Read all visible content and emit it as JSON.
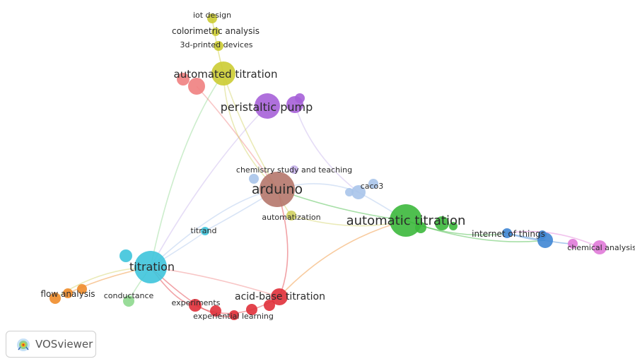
{
  "brand": {
    "name": "VOSviewer",
    "icon": "vosviewer-logo-icon"
  },
  "colors": {
    "yellow": "#cccc33",
    "salmon": "#f08080",
    "purple": "#a660d8",
    "brown": "#b5776b",
    "lightblue": "#a8c4ea",
    "green": "#3cb83c",
    "blue": "#3f86d4",
    "pink": "#e07ad8",
    "cyan": "#3ec4dc",
    "orange": "#f08c2a",
    "lightgreen": "#8ed88e",
    "red": "#e0303a",
    "olive": "#d0d060",
    "lavender": "#c6b2ea"
  },
  "network": {
    "labels": {
      "iot_design": "iot design",
      "colorimetric_analysis": "colorimetric analysis",
      "printed_devices": "3d-printed devices",
      "automated_titration": "automated titration",
      "peristaltic_pump": "peristaltic pump",
      "chemistry_study": "chemistry study and teaching",
      "arduino": "arduino",
      "caco3": "caco3",
      "automatization": "automatization",
      "automatic_titration": "automatic titration",
      "internet_of_things": "internet of things",
      "chemical_analysis": "chemical analysis",
      "titrand": "titrand",
      "titration": "titration",
      "flow_analysis": "flow analysis",
      "conductance": "conductance",
      "experiments": "experiments",
      "experiential_learning": "experiential learning",
      "acid_base_titration": "acid-base titration"
    }
  }
}
